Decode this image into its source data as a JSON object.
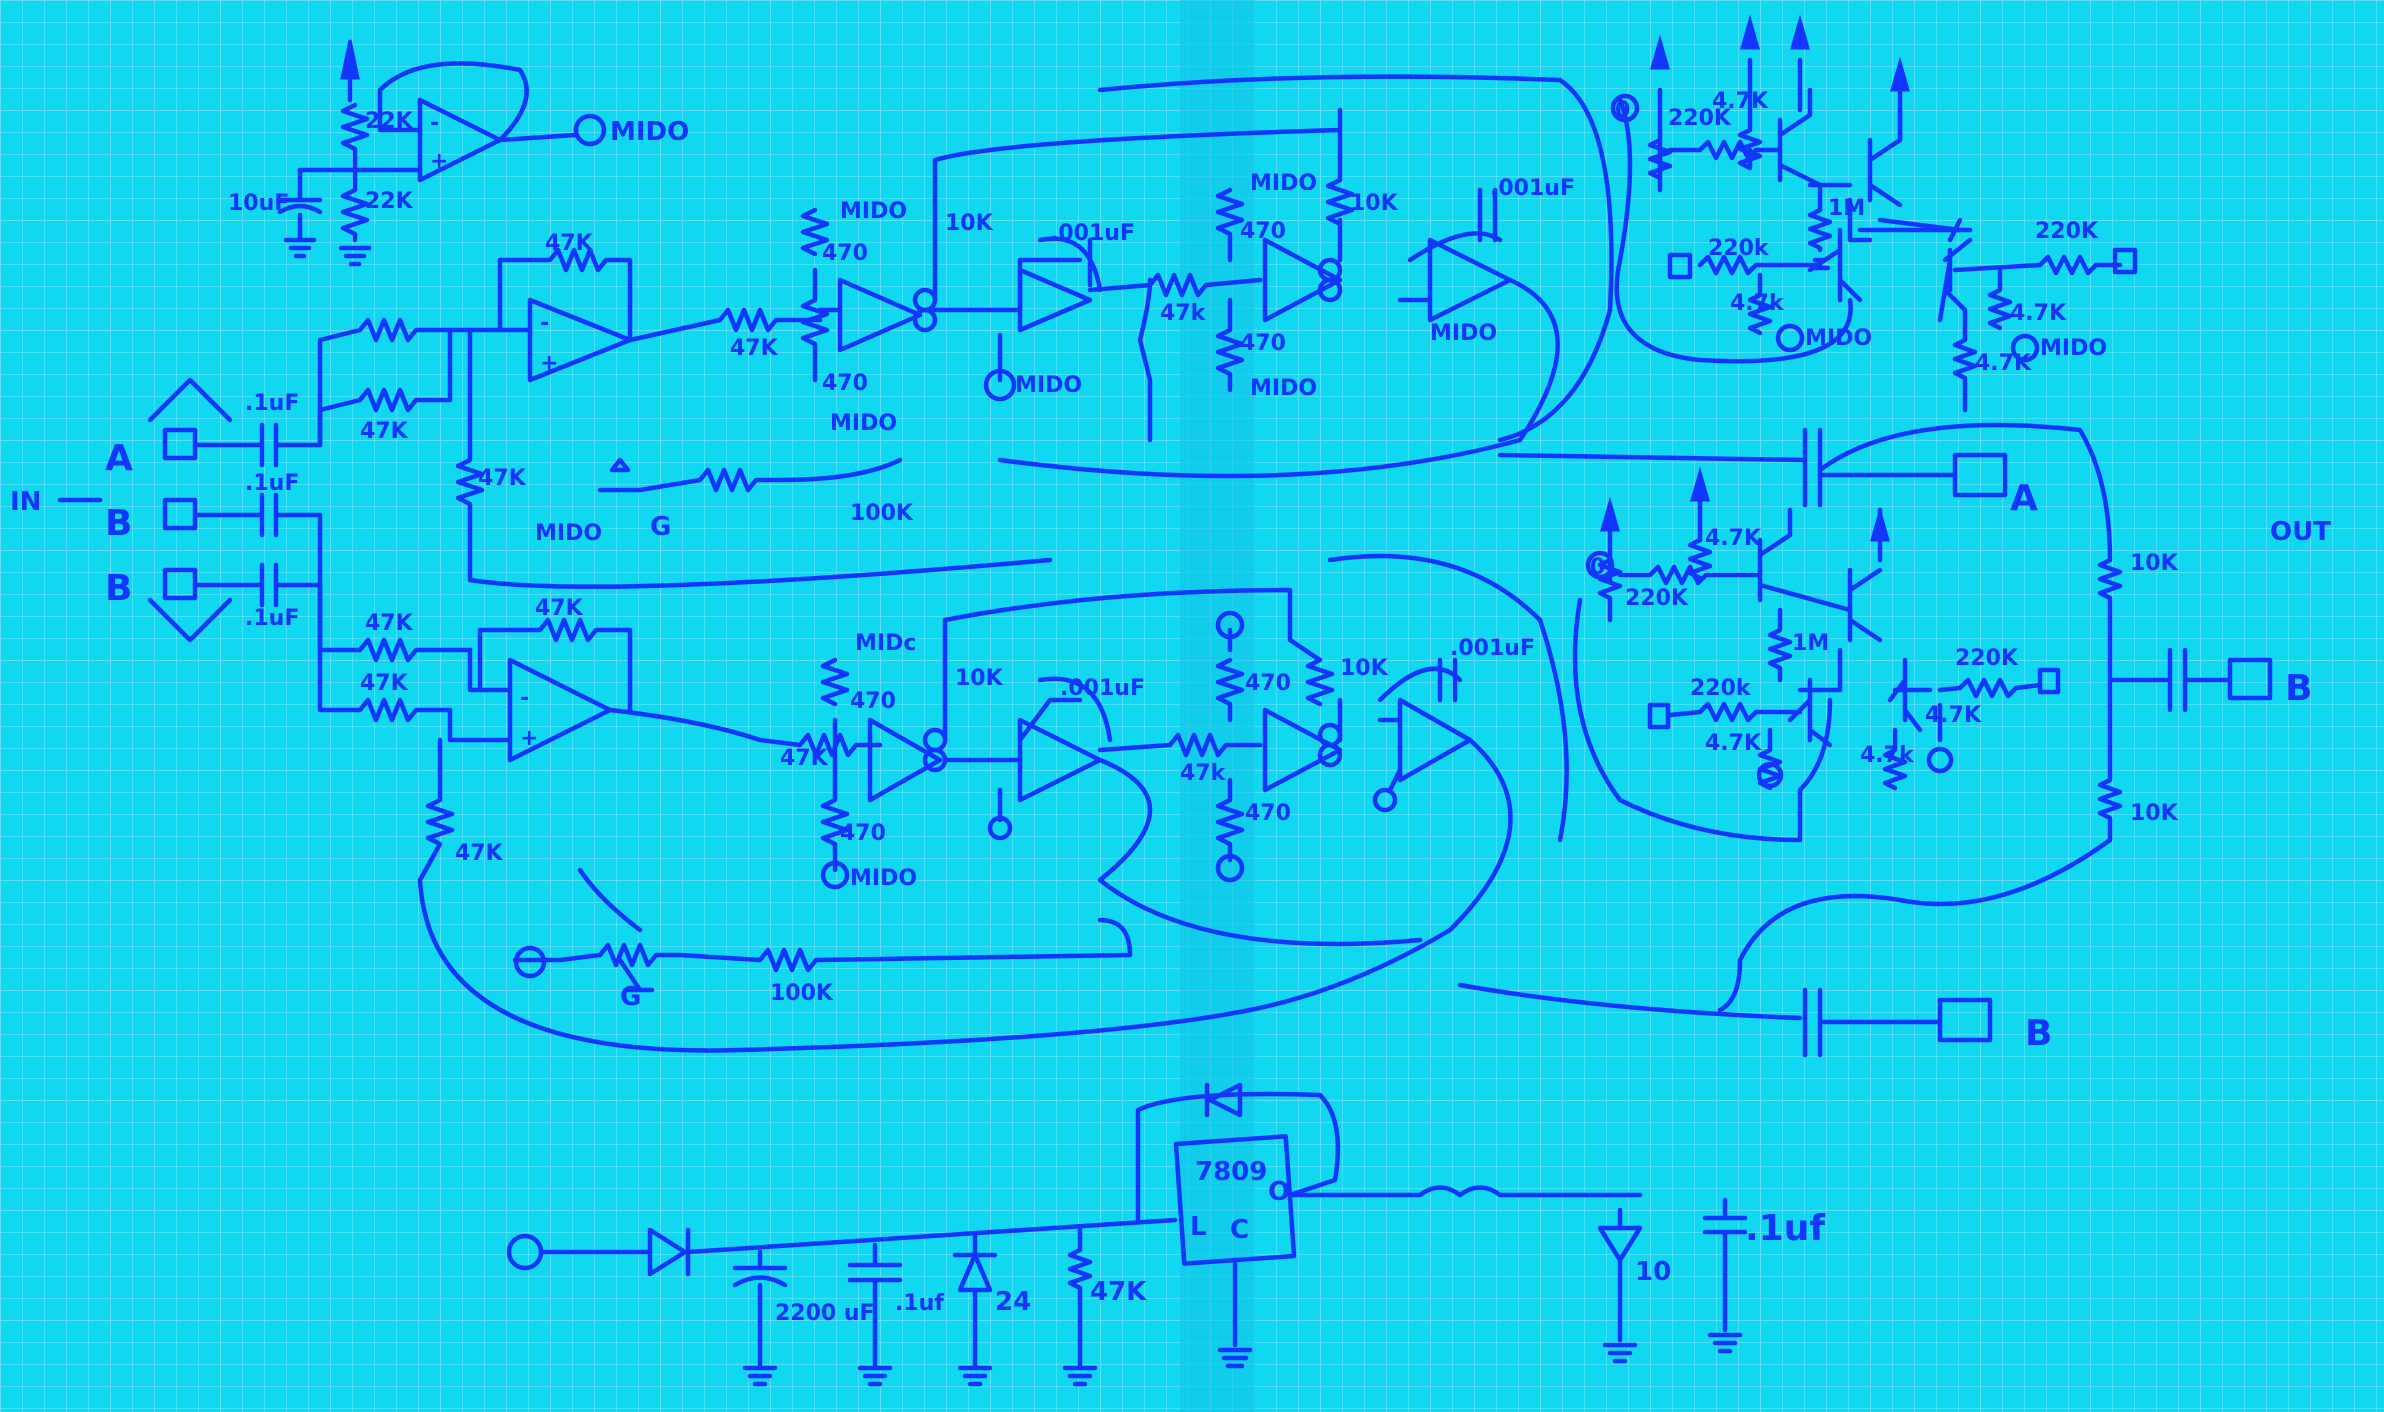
{
  "labels": {
    "in": "IN",
    "out": "OUT",
    "in_a": "A",
    "in_b1": "B",
    "in_b2": "B",
    "out_a": "A",
    "out_b": "B",
    "mido": "MIDO",
    "mid_c": "MIDc",
    "g": "G",
    "r_22k": "22K",
    "r_47k": "47K",
    "r_47k_lower": "47k",
    "r_10k": "10K",
    "r_100k": "100K",
    "r_470": "470",
    "r_1m": "1M",
    "r_4_7k": "4.7K",
    "r_4_7k_lower": "4.7k",
    "r_220k": "220K",
    "r_220k_lower": "220k",
    "c_0_1uf": ".1uF",
    "c_001uf": ".001uF",
    "c_10uf": "10uF",
    "c_2200uf": "2200 uF",
    "c_1uf_dot": ".1uf",
    "reg_7809": "7809",
    "reg_l": "L",
    "reg_c": "C",
    "reg_o": "O",
    "zener_24": "24",
    "zener_10": "10",
    "zero": "0"
  },
  "colors": {
    "paper": "#0fd8f0",
    "ink": "#1236ff",
    "grid": "#7beaf8"
  }
}
